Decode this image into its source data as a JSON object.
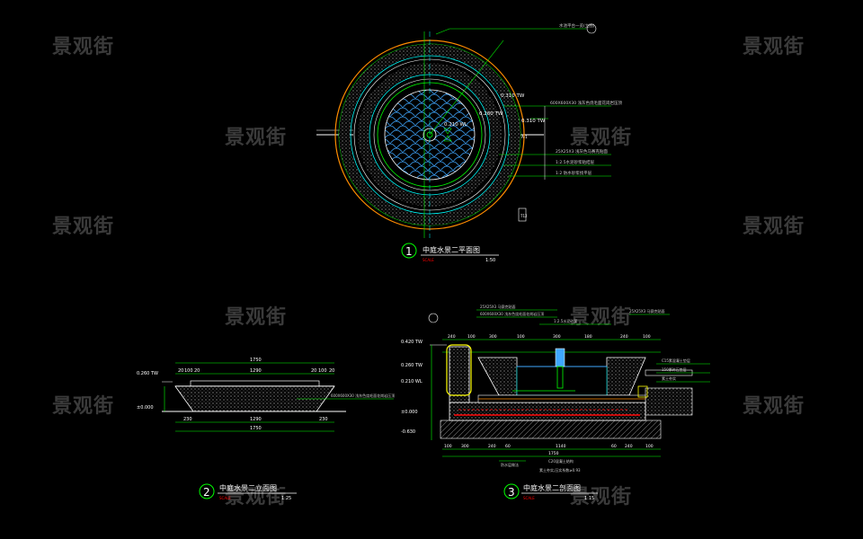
{
  "watermark": "景观街",
  "colors": {
    "background": "#000000",
    "line_white": "#ffffff",
    "line_green": "#00ff00",
    "line_cyan": "#00ffff",
    "line_orange": "#ff8c00",
    "line_red": "#ff0000",
    "line_yellow": "#ffff00",
    "hatch_gray": "#9a9a9a"
  },
  "plan": {
    "title": "中庭水景二平面图",
    "number": "1",
    "scale_tag": "SCALE",
    "scale": "1:50",
    "elevations": [
      "0.310 TW",
      "0.310 TW",
      "0.260 TW",
      "0.210 WL"
    ],
    "notes": [
      "水池平台一览(立图)",
      "600X600X30 浅灰色烧毛面花岗岩压顶",
      "25X25X3 浅灰色马赛克贴面",
      "1:2.5水泥砂浆粘结层",
      "1:2 防水砂浆找平层 "
    ],
    "labels": {
      "d1": "T12",
      "d2": "A-1"
    }
  },
  "elevation": {
    "title": "中庭水景二立面图",
    "number": "2",
    "scale_tag": "SCALE",
    "scale": "1:25",
    "dim_top": "1750",
    "dim_mid": [
      "20",
      "100",
      "20",
      "1290",
      "20",
      "100",
      "20"
    ],
    "dim_bottom_left": "230",
    "dim_bottom_mid": "1290",
    "dim_bottom_right": "230",
    "dim_bottom_total": "1750",
    "levels": [
      "0.260 TW",
      "±0.000"
    ],
    "note": "600X600X30 浅灰色烧毛面花岗岩压顶"
  },
  "section": {
    "title": "中庭水景二剖面图",
    "number": "3",
    "scale_tag": "SCALE",
    "scale": "1:15",
    "levels": [
      "0.420 TW",
      "0.260 TW",
      "0.210 WL",
      "±0.000",
      "-0.630"
    ],
    "notes_top": [
      "25X25X3 马赛克贴面",
      "600X600X30 浅灰色烧毛面花岗岩压顶",
      "1:2.5水泥砂浆",
      "25X25X3 马赛克贴面"
    ],
    "notes_right": [
      "C15素混凝土垫层",
      "150厚碎石垫层",
      "素土夯实"
    ],
    "notes_bottom": [
      "防水层做法",
      "C20混凝土结构",
      "素土夯实,压实系数≥0.93"
    ],
    "dims_top": [
      "240",
      "100",
      "300",
      "100",
      "300",
      "180",
      "240",
      "100"
    ],
    "dims_bottom": [
      "100",
      "300",
      "240",
      "60",
      "1140",
      "60",
      "240",
      "100"
    ],
    "dim_total": "1750",
    "fill_color": "#c09040"
  }
}
